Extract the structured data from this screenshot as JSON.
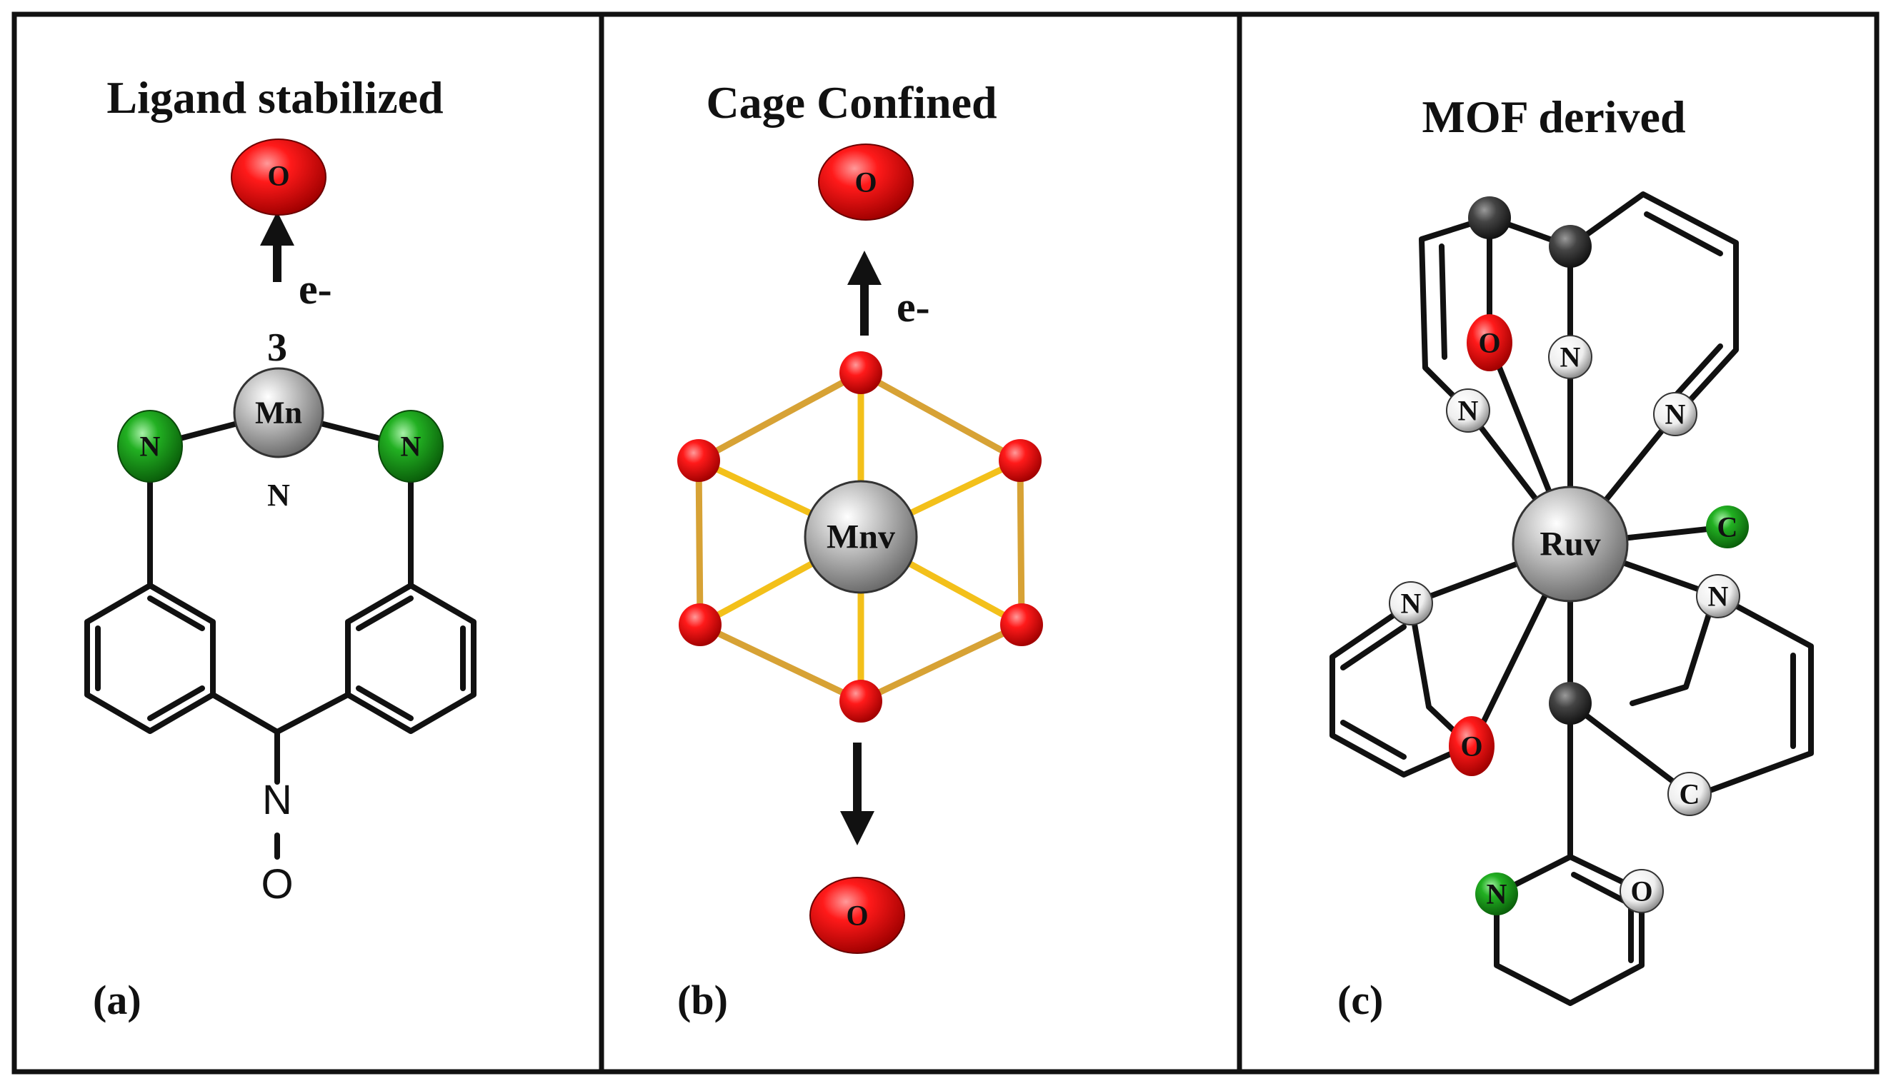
{
  "panels": [
    {
      "label": "(a)",
      "title": "Ligand stabilized",
      "metal": "Mn",
      "electron": "e-",
      "number": "3",
      "atoms": {
        "oxo": "O",
        "n_left": "N",
        "n_right": "N",
        "n_below": "N",
        "n_chain": "N",
        "o_chain": "O"
      }
    },
    {
      "label": "(b)",
      "title": "Cage Confined",
      "metal": "Mnv",
      "electron": "e-",
      "atoms": {
        "oxo_top": "O",
        "oxo_bottom": "O"
      }
    },
    {
      "label": "(c)",
      "title": "MOF derived",
      "metal": "Ruv",
      "atoms": {
        "o_upper": "O",
        "n_upper": "N",
        "n_left": "N",
        "n_right": "N",
        "c_right": "C",
        "n_lower_left": "N",
        "n_lower_right": "N",
        "o_lower": "O",
        "c_lower": "C",
        "n_py": "N",
        "o_py": "O"
      }
    }
  ],
  "colors": {
    "oxygen": "#e00000",
    "nitrogen_green": "#16a016",
    "metal_gray": "#a8a8a8",
    "white_atom": "#f0f0f0",
    "carbon_dark": "#3c3c3c",
    "cage_gold": "#f3c01a",
    "border": "#111111"
  }
}
